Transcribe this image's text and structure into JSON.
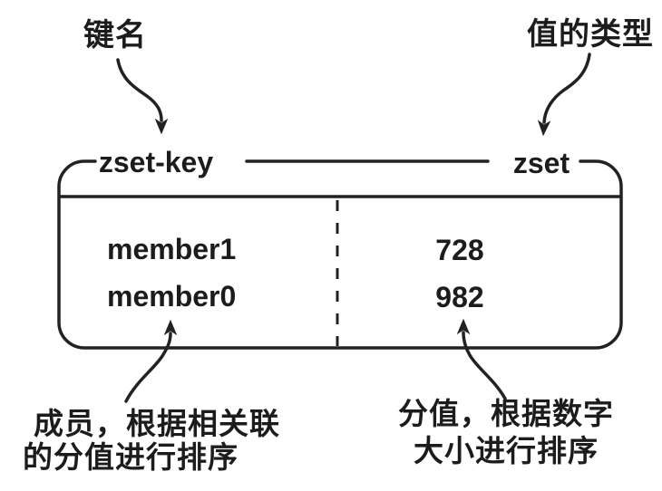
{
  "diagram": {
    "top_annotations": {
      "key_label": "键名",
      "type_label": "值的类型"
    },
    "box": {
      "key_name": "zset-key",
      "value_type": "zset",
      "rows": [
        {
          "member": "member1",
          "score": "728"
        },
        {
          "member": "member0",
          "score": "982"
        }
      ]
    },
    "bottom_annotations": {
      "member_note_line1": "成员，根据相关联",
      "member_note_line2": "的分值进行排序",
      "score_note_line1": "分值，根据数字",
      "score_note_line2": "大小进行排序"
    },
    "colors": {
      "ink": "#222222",
      "background": "#ffffff"
    }
  }
}
